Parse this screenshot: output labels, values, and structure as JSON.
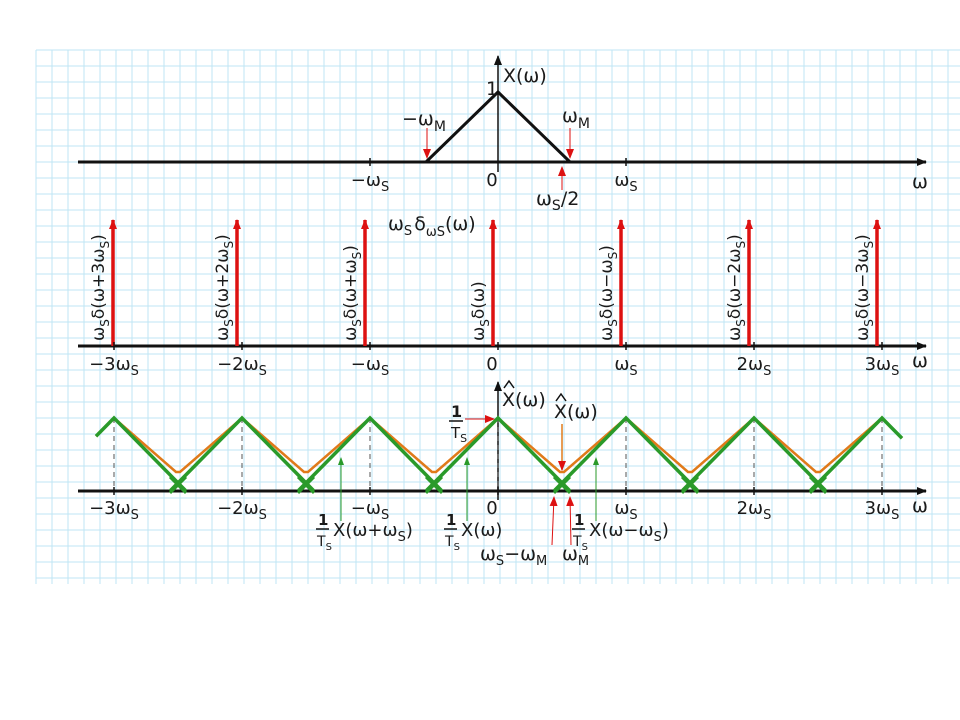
{
  "colors": {
    "grid": "#bfe6f4",
    "panel": "#ffffff",
    "axis": "#111111",
    "spectrum": "#111111",
    "impulse": "#dd1111",
    "sum": "#e07a1a",
    "component": "#2a9a2a",
    "pointer": "#dd1111",
    "guide": "#555555"
  },
  "top": {
    "ylabel": "X(ω)",
    "peak": "1",
    "neg_wm": "−ω",
    "neg_wm_sub": "M",
    "pos_wm": "ω",
    "pos_wm_sub": "M",
    "half": "ω",
    "half_sub": "S",
    "half_tail": "/2",
    "ticks": [
      {
        "main": "−ω",
        "sub": "S"
      },
      {
        "main": "0",
        "sub": ""
      },
      {
        "main": "ω",
        "sub": "S"
      }
    ],
    "xlabel": "ω"
  },
  "middle": {
    "title_main": "ω",
    "title_sub": "S",
    "title_delta": "δ",
    "title_dsub": "ωS",
    "title_tail": "(ω)",
    "impulses": [
      "δ(ω+3ω",
      "δ(ω+2ω",
      "δ(ω+ω",
      "δ(ω)",
      "δ(ω−ω",
      "δ(ω−2ω",
      "δ(ω−3ω"
    ],
    "impulse_prefix": "ω",
    "impulse_prefix_sub": "S",
    "ticks": [
      {
        "main": "−3ω",
        "sub": "S"
      },
      {
        "main": "−2ω",
        "sub": "S"
      },
      {
        "main": "−ω",
        "sub": "S"
      },
      {
        "main": "0",
        "sub": ""
      },
      {
        "main": "ω",
        "sub": "S"
      },
      {
        "main": "2ω",
        "sub": "S"
      },
      {
        "main": "3ω",
        "sub": "S"
      }
    ],
    "xlabel": "ω"
  },
  "bottom": {
    "ylabel": "X(ω)",
    "hat_label": "X(ω)",
    "one_over_T": "1",
    "T": "T",
    "T_sub": "S",
    "comp_left": "X(ω+ω",
    "comp_center": "X(ω)",
    "comp_right": "X(ω−ω",
    "comp_sub": "S",
    "diff_label": "ω",
    "diff_label_sub": "S",
    "diff_label_mid": "−ω",
    "diff_label_sub2": "M",
    "wm_label": "ω",
    "wm_label_sub": "M",
    "ticks": [
      {
        "main": "−3ω",
        "sub": "S"
      },
      {
        "main": "−2ω",
        "sub": "S"
      },
      {
        "main": "−ω",
        "sub": "S"
      },
      {
        "main": "0",
        "sub": ""
      },
      {
        "main": "ω",
        "sub": "S"
      },
      {
        "main": "2ω",
        "sub": "S"
      },
      {
        "main": "3ω",
        "sub": "S"
      }
    ],
    "xlabel": "ω"
  }
}
